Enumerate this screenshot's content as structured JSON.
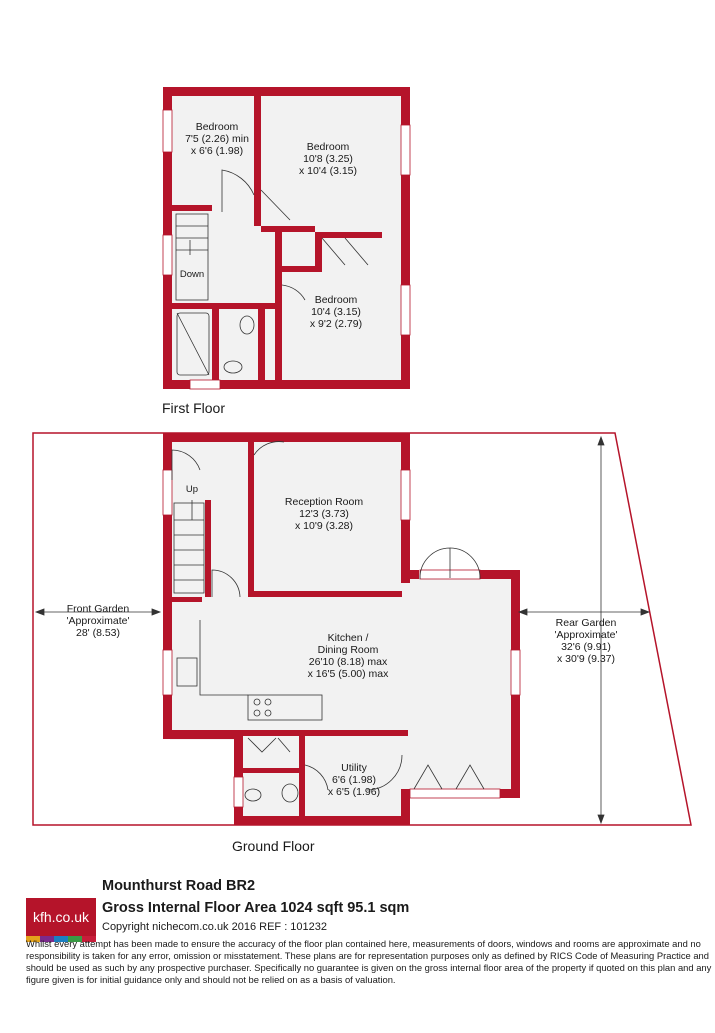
{
  "first_floor": {
    "title": "First Floor",
    "rooms": [
      {
        "name": "Bedroom",
        "dim1": "7'5 (2.26) min",
        "dim2": "x 6'6 (1.98)"
      },
      {
        "name": "Bedroom",
        "dim1": "10'8 (3.25)",
        "dim2": "x 10'4 (3.15)"
      },
      {
        "name": "Bedroom",
        "dim1": "10'4 (3.15)",
        "dim2": "x 9'2 (2.79)"
      }
    ],
    "stairs_label": "Down"
  },
  "ground_floor": {
    "title": "Ground Floor",
    "stairs_label": "Up",
    "rooms": [
      {
        "name": "Reception Room",
        "dim1": "12'3 (3.73)",
        "dim2": "x 10'9 (3.28)"
      },
      {
        "name": "Kitchen /",
        "name2": "Dining Room",
        "dim1": "26'10 (8.18) max",
        "dim2": "x 16'5 (5.00) max"
      },
      {
        "name": "Utility",
        "dim1": "6'6 (1.98)",
        "dim2": "x 6'5 (1.96)"
      }
    ],
    "gardens": [
      {
        "name": "Front Garden",
        "note": "'Approximate'",
        "dim": "28' (8.53)"
      },
      {
        "name": "Rear Garden",
        "note": "'Approximate'",
        "dim1": "32'6 (9.91)",
        "dim2": "x 30'9 (9.37)"
      }
    ]
  },
  "colors": {
    "wall": "#b5142a",
    "floor": "#f2f2f2"
  },
  "footer": {
    "logo_text": "kfh.co.uk",
    "logo_bar_colors": [
      "#e4a11b",
      "#7b2a8c",
      "#1c7fc1",
      "#3a9a45",
      "#c81d3a"
    ],
    "address": "Mounthurst Road BR2",
    "area": "Gross Internal Floor Area 1024 sqft 95.1 sqm",
    "copyright": "Copyright nichecom.co.uk 2016 REF : 101232",
    "disclaimer": "Whilst every attempt has been made to ensure the accuracy of the floor plan contained here, measurements of doors, windows and rooms are approximate and no responsibility is taken for any error, omission or misstatement.  These plans are for representation purposes only as defined by RICS Code of Measuring Practice and should be used as such by any prospective purchaser.  Specifically no guarantee is given on the gross internal floor area of the property if quoted on this plan and any figure given is for initial guidance only and should not be relied on as a basis of valuation."
  }
}
